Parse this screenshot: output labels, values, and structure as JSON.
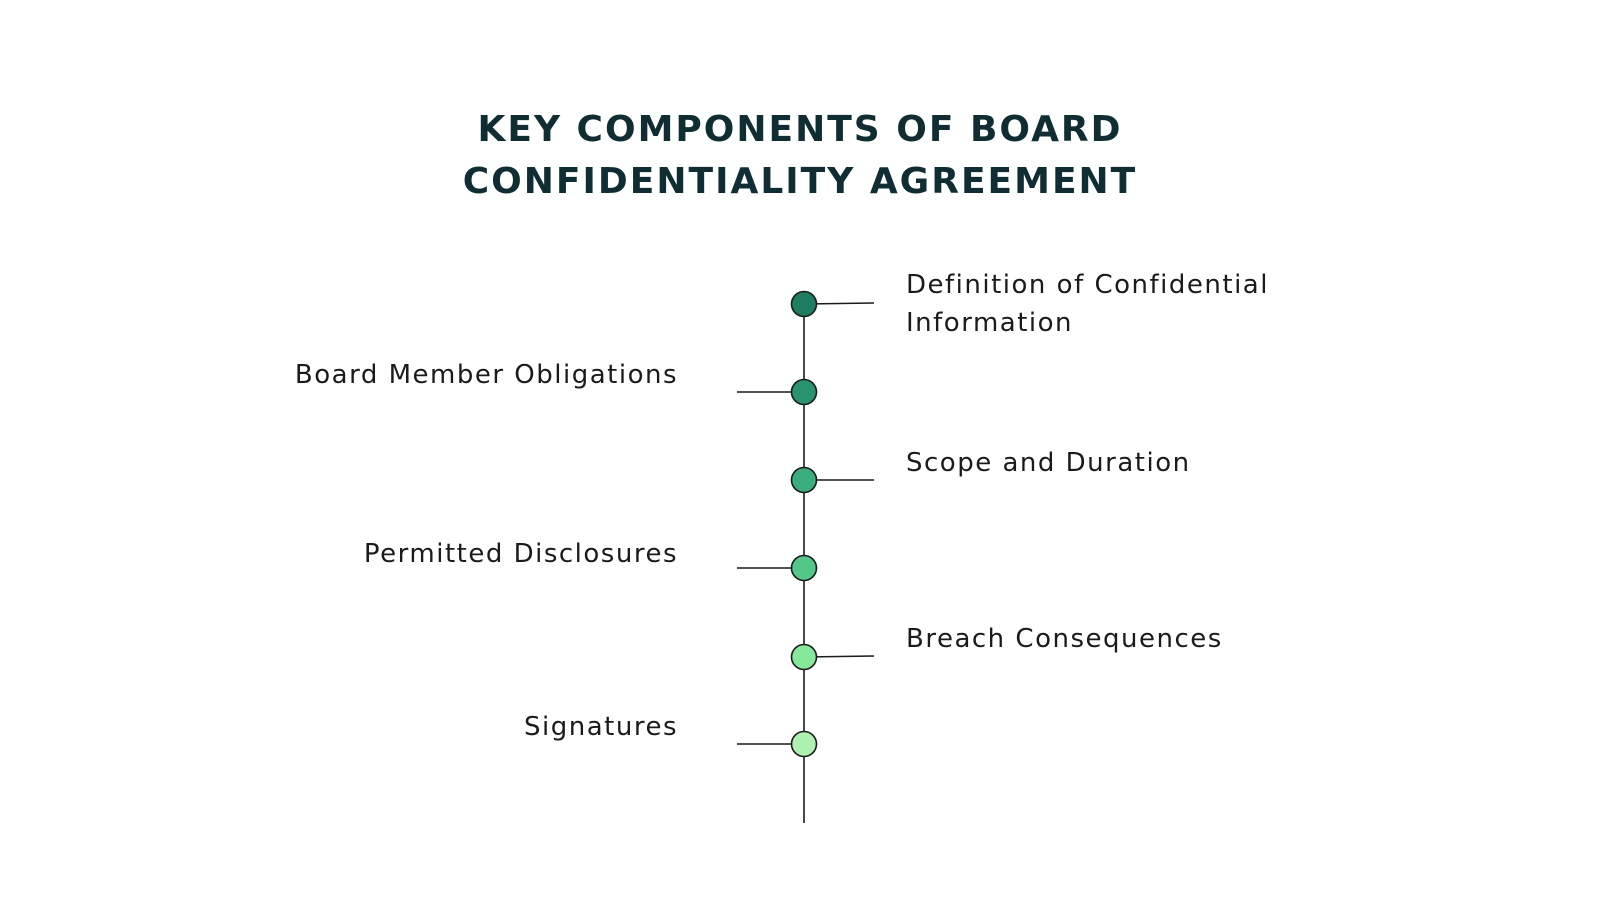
{
  "title": {
    "line1": "KEY COMPONENTS OF BOARD",
    "line2": "CONFIDENTIALITY AGREEMENT"
  },
  "milestones": [
    {
      "label_line1": "Definition of Confidential",
      "label_line2": "Information",
      "side": "right",
      "color": "#1e7e5f"
    },
    {
      "label_line1": "Board Member Obligations",
      "label_line2": "",
      "side": "left",
      "color": "#2a9470"
    },
    {
      "label_line1": "Scope and Duration",
      "label_line2": "",
      "side": "right",
      "color": "#3aae7c"
    },
    {
      "label_line1": "Permitted Disclosures",
      "label_line2": "",
      "side": "left",
      "color": "#52c786"
    },
    {
      "label_line1": "Breach Consequences",
      "label_line2": "",
      "side": "right",
      "color": "#86e89a"
    },
    {
      "label_line1": "Signatures",
      "label_line2": "",
      "side": "left",
      "color": "#aef2b2"
    }
  ]
}
